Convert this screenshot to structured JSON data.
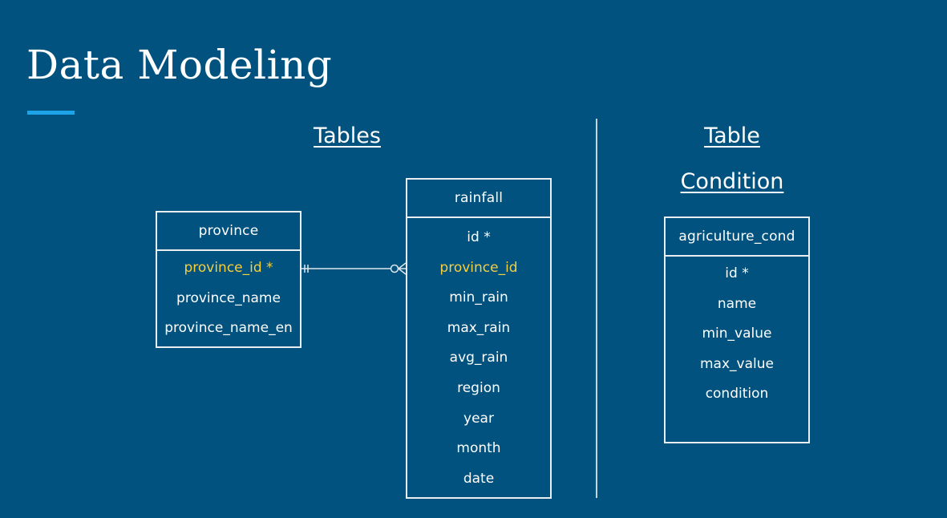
{
  "slide": {
    "title": "Data Modeling",
    "accent_color": "#1ea3e8",
    "background_color": "#01527e",
    "key_color": "#f4cf3f"
  },
  "sections": {
    "tables_heading": "Tables",
    "condition_heading_line1": "Table",
    "condition_heading_line2": "Condition"
  },
  "entities": {
    "province": {
      "name": "province",
      "fields": [
        "province_id *",
        "province_name",
        "province_name_en"
      ]
    },
    "rainfall": {
      "name": "rainfall",
      "fields": [
        "id *",
        "province_id",
        "min_rain",
        "max_rain",
        "avg_rain",
        "region",
        "year",
        "month",
        "date"
      ]
    },
    "agriculture_cond": {
      "name": "agriculture_cond",
      "fields": [
        "id *",
        "name",
        "min_value",
        "max_value",
        "condition"
      ]
    }
  },
  "relationship": {
    "from": "province.province_id",
    "to": "rainfall.province_id",
    "from_cardinality": "one-and-only-one",
    "to_cardinality": "zero-or-many"
  }
}
